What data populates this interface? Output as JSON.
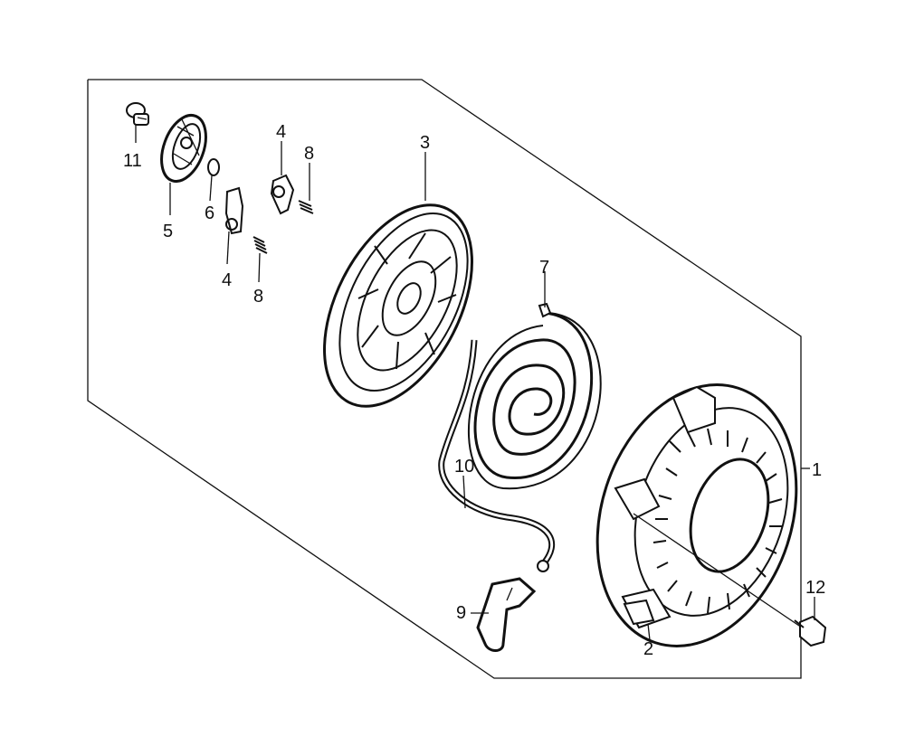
{
  "diagram": {
    "callouts": [
      {
        "id": "c1",
        "label": "1"
      },
      {
        "id": "c2",
        "label": "2"
      },
      {
        "id": "c3",
        "label": "3"
      },
      {
        "id": "c4a",
        "label": "4"
      },
      {
        "id": "c4b",
        "label": "4"
      },
      {
        "id": "c5",
        "label": "5"
      },
      {
        "id": "c6",
        "label": "6"
      },
      {
        "id": "c7",
        "label": "7"
      },
      {
        "id": "c8a",
        "label": "8"
      },
      {
        "id": "c8b",
        "label": "8"
      },
      {
        "id": "c9",
        "label": "9"
      },
      {
        "id": "c10",
        "label": "10"
      },
      {
        "id": "c11",
        "label": "11"
      },
      {
        "id": "c12",
        "label": "12"
      }
    ]
  }
}
